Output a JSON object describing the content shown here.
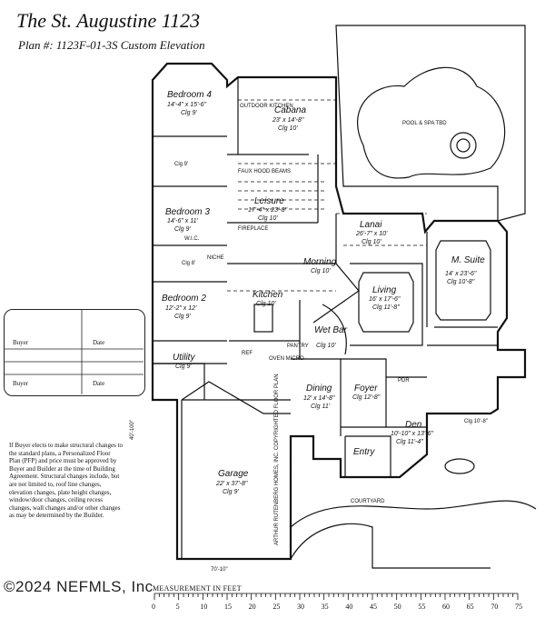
{
  "header": {
    "title": "The St. Augustine 1123",
    "subtitle": "Plan #: 1123F-01-3S  Custom Elevation"
  },
  "rooms": [
    {
      "name": "Bedroom 4",
      "dims": "14'-4\" x 15'-6\"",
      "ceiling": "Clg 9'"
    },
    {
      "name": "Cabana",
      "dims": "23' x 14'-8\"",
      "ceiling": "Clg 10'"
    },
    {
      "name": "Leisure",
      "dims": "17'-4\" x 23'-8\"",
      "ceiling": "Clg 10'"
    },
    {
      "name": "Bedroom 3",
      "dims": "14'-6\" x 11'",
      "ceiling": "Clg 9'"
    },
    {
      "name": "Bedroom 2",
      "dims": "12'-2\" x 12'",
      "ceiling": "Clg 9'"
    },
    {
      "name": "Kitchen",
      "dims": "",
      "ceiling": "Clg 10'"
    },
    {
      "name": "Morning",
      "dims": "",
      "ceiling": "Clg 10'"
    },
    {
      "name": "Lanai",
      "dims": "26'-7\" x 10'",
      "ceiling": "Clg 10'"
    },
    {
      "name": "Living",
      "dims": "16' x 17'-6\"",
      "ceiling": "Clg 11'-8\""
    },
    {
      "name": "M. Suite",
      "dims": "14' x 23'-6\"",
      "ceiling": "Clg 10'-8\""
    },
    {
      "name": "Wet Bar",
      "dims": "",
      "ceiling": "Clg 10'"
    },
    {
      "name": "Utility",
      "dims": "",
      "ceiling": "Clg 9'"
    },
    {
      "name": "Dining",
      "dims": "12' x 14'-8\"",
      "ceiling": "Clg 11'"
    },
    {
      "name": "Foyer",
      "dims": "",
      "ceiling": "Clg 12'-8\""
    },
    {
      "name": "Den",
      "dims": "10'-10\" x 13'-6\"",
      "ceiling": "Clg 11'-4\""
    },
    {
      "name": "Entry",
      "dims": "",
      "ceiling": ""
    },
    {
      "name": "Garage",
      "dims": "22' x 37'-8\"",
      "ceiling": "Clg 9'"
    }
  ],
  "small_labels": {
    "outdoor_kitchen": "OUTDOOR KITCHEN",
    "pool": "POOL & SPA TBD",
    "fireplace": "FIREPLACE",
    "hood": "FAUX HOOD BEAMS",
    "niche": "NICHE",
    "courtyard": "COURTYARD",
    "clg9": "Clg 9'",
    "clg8": "Clg 8'",
    "clg10_8": "Clg 10'-8\"",
    "pantry": "PANTRY",
    "oven": "OVEN MICRO",
    "ref": "REF",
    "wic": "W.I.C.",
    "pdr": "PDR",
    "copyright_plan": "ARTHUR RUTENBERG HOMES, INC. COPYRIGHTED FLOOR PLAN"
  },
  "signature": {
    "buyer": "Buyer",
    "date": "Date"
  },
  "disclaimer": "If Buyer elects to make structural changes to the standard plans, a Personalized Floor Plan (PFP) and price must be approved by Buyer and Builder at the time of Building Agreement. Structural changes include, but are not limited to, roof line changes, elevation changes, plate height changes, window/door changes, ceiling recess changes, wall changes and/or other changes as may be determined by the Builder.",
  "dimensions": {
    "side": "40'-100\"",
    "bottom": "70'-10\""
  },
  "watermark": "©2024 NEFMLS, Inc",
  "scale": {
    "title": "MEASUREMENT IN FEET",
    "ticks": [
      "0",
      "5",
      "10",
      "15",
      "20",
      "25",
      "30",
      "35",
      "40",
      "45",
      "50",
      "55",
      "60",
      "65",
      "70",
      "75"
    ]
  }
}
